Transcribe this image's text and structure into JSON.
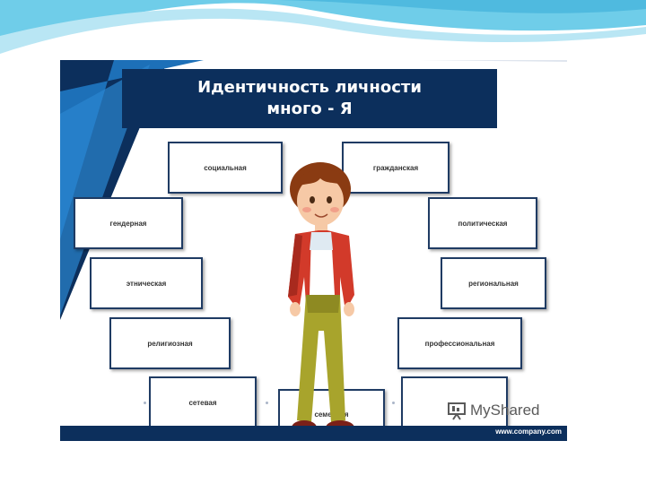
{
  "title": {
    "line1": "Идентичность личности",
    "line2": "много - Я"
  },
  "boxes": {
    "social": "социальная",
    "civic": "гражданская",
    "gender": "гендерная",
    "political": "политическая",
    "ethnic": "этническая",
    "regional": "региональная",
    "religious": "религиозная",
    "professional": "профессиональная",
    "network": "сетевая",
    "family": "семейная"
  },
  "footer": {
    "url": "www.company.com"
  },
  "watermark": {
    "text": "MyShared"
  },
  "colors": {
    "navy": "#0c2f5c",
    "blue_shape": "#1d70b8",
    "border": "#1f3b63",
    "wave": "#5bc3e6"
  }
}
